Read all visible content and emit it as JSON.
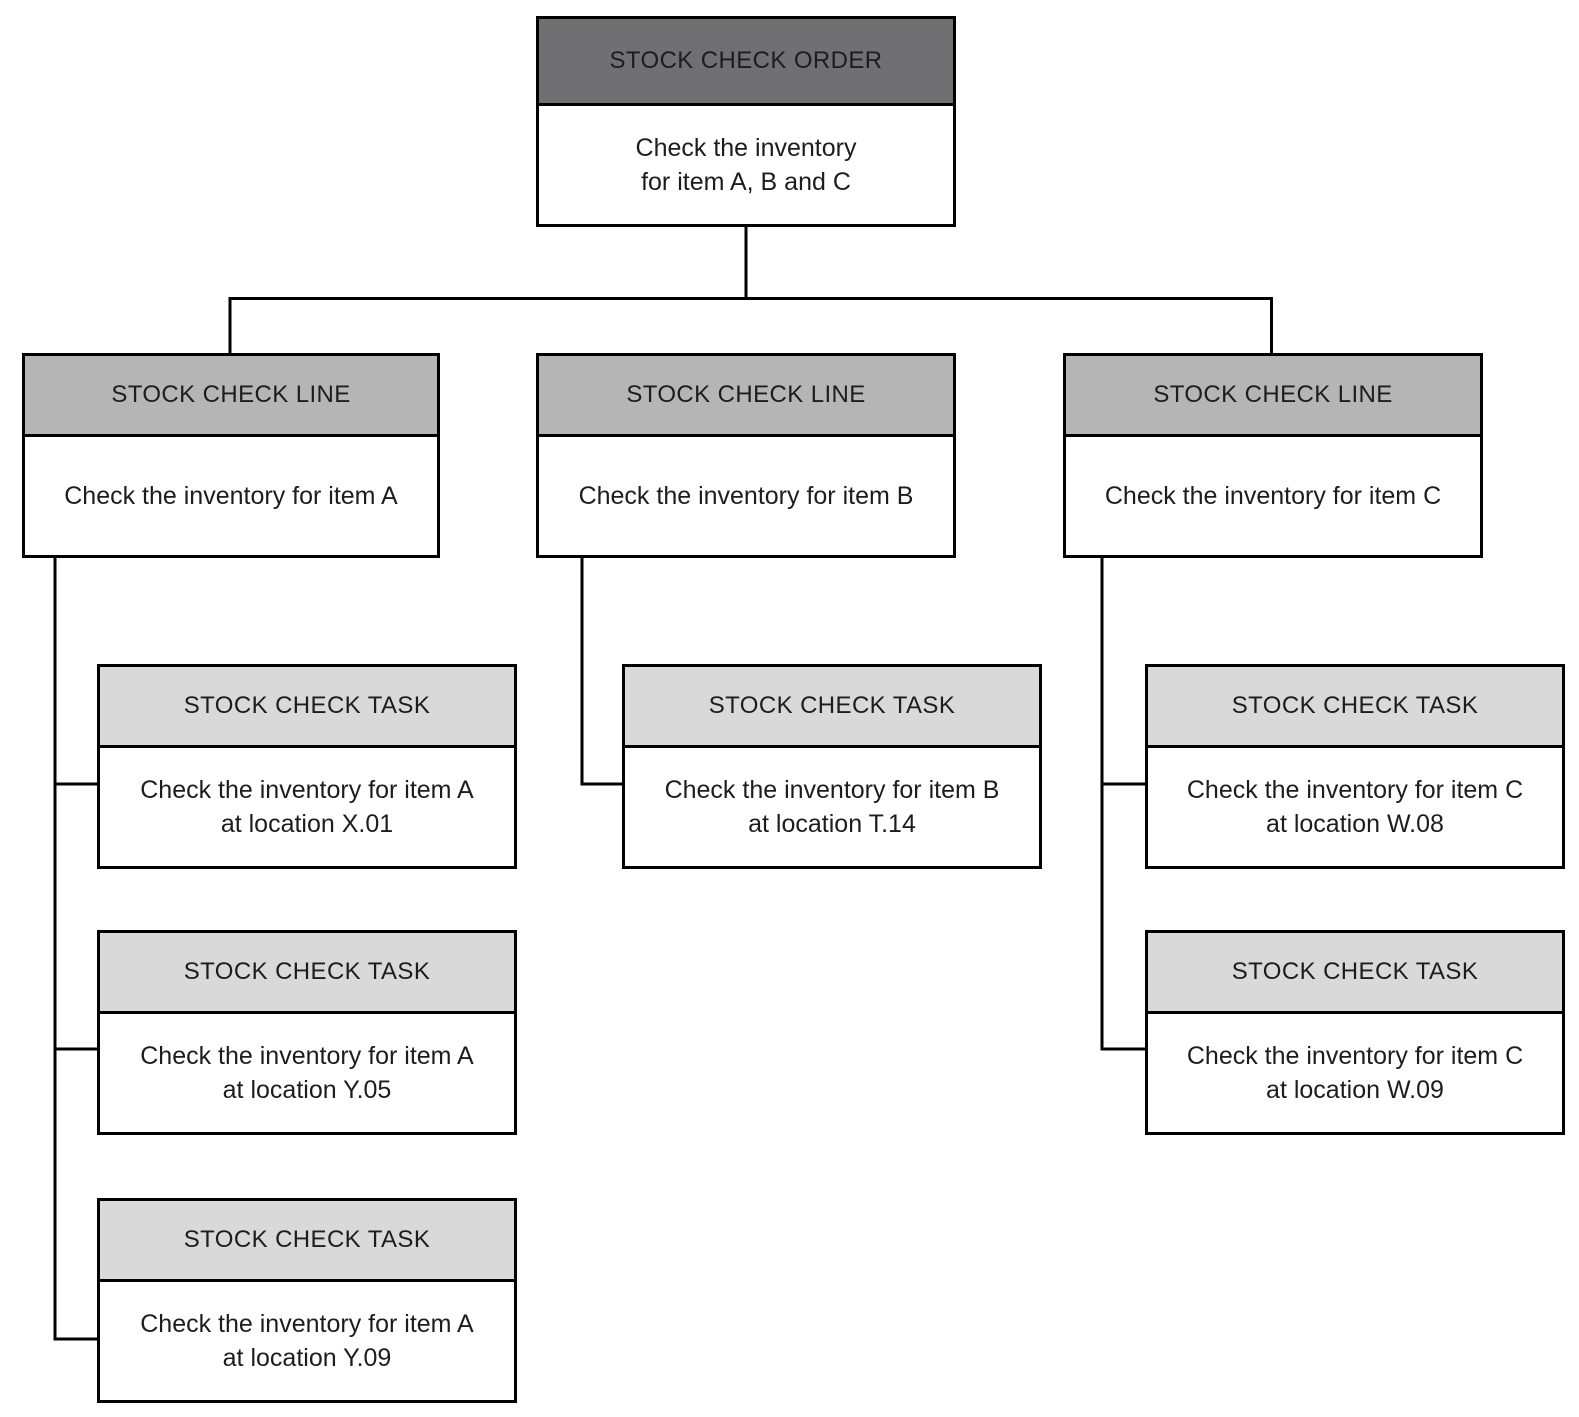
{
  "colors": {
    "order_header_bg": "#707072",
    "line_header_bg": "#b4b5b4",
    "task_header_bg": "#d9d9d9",
    "box_body_bg": "#ffffff",
    "border": "#000000",
    "text": "#1d1d1f"
  },
  "nodes": {
    "order": {
      "type_label": "STOCK CHECK ORDER",
      "description_line1": "Check the inventory",
      "description_line2": "for item A, B and C"
    },
    "line_a": {
      "type_label": "STOCK CHECK LINE",
      "description_line1": "Check the inventory for item A"
    },
    "line_b": {
      "type_label": "STOCK CHECK LINE",
      "description_line1": "Check the inventory for item B"
    },
    "line_c": {
      "type_label": "STOCK CHECK LINE",
      "description_line1": "Check the inventory for item C"
    },
    "task_a1": {
      "type_label": "STOCK CHECK TASK",
      "description_line1": "Check the inventory for item A",
      "description_line2": "at location X.01"
    },
    "task_a2": {
      "type_label": "STOCK CHECK TASK",
      "description_line1": "Check the inventory for item A",
      "description_line2": "at location Y.05"
    },
    "task_a3": {
      "type_label": "STOCK CHECK TASK",
      "description_line1": "Check the inventory for item A",
      "description_line2": "at location Y.09"
    },
    "task_b1": {
      "type_label": "STOCK CHECK TASK",
      "description_line1": "Check the inventory for item B",
      "description_line2": "at location T.14"
    },
    "task_c1": {
      "type_label": "STOCK CHECK TASK",
      "description_line1": "Check the inventory for item C",
      "description_line2": "at location W.08"
    },
    "task_c2": {
      "type_label": "STOCK CHECK TASK",
      "description_line1": "Check the inventory for item C",
      "description_line2": "at location W.09"
    }
  },
  "edges": [
    {
      "from": "order",
      "to": "line_a"
    },
    {
      "from": "order",
      "to": "line_b"
    },
    {
      "from": "order",
      "to": "line_c"
    },
    {
      "from": "line_a",
      "to": "task_a1"
    },
    {
      "from": "line_a",
      "to": "task_a2"
    },
    {
      "from": "line_a",
      "to": "task_a3"
    },
    {
      "from": "line_b",
      "to": "task_b1"
    },
    {
      "from": "line_c",
      "to": "task_c1"
    },
    {
      "from": "line_c",
      "to": "task_c2"
    }
  ]
}
